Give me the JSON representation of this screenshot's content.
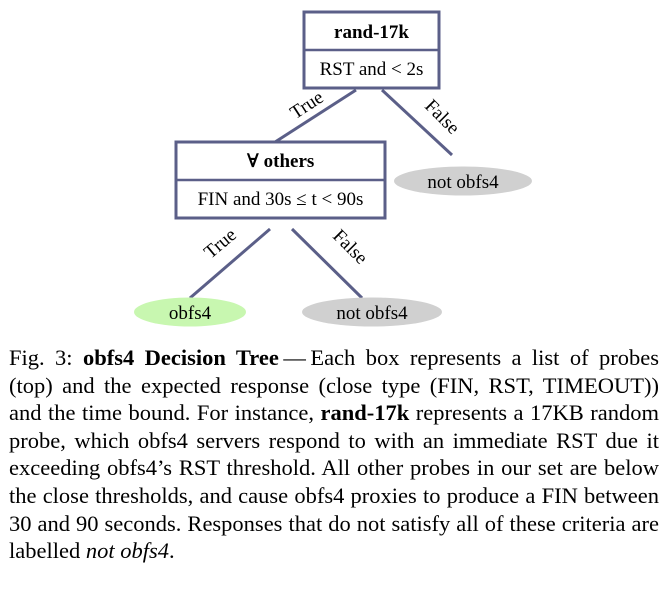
{
  "tree": {
    "root": {
      "probe": "rand-17k",
      "condition": "RST and < 2s"
    },
    "root_true_edge": "True",
    "root_false_edge": "False",
    "root_false_leaf": "not obfs4",
    "child": {
      "probe": "∀ others",
      "condition": "FIN and 30s ≤ t < 90s"
    },
    "child_true_edge": "True",
    "child_false_edge": "False",
    "child_true_leaf": "obfs4",
    "child_false_leaf": "not obfs4",
    "colors": {
      "box_border": "#5b5f88",
      "edge": "#5b5f88",
      "leaf_positive": "#c8f7b0",
      "leaf_negative": "#d0d0d0"
    }
  },
  "caption": {
    "fig_label": "Fig. 3: ",
    "title": "obfs4 Decision Tree",
    "dash": " — ",
    "text1": "Each box represents a list of probes (top) and the expected response (close type (FIN, RST, TIMEOUT)) and the time bound. For instance, ",
    "probe_name": "rand-17k",
    "text2": " represents a 17KB random probe, which obfs4 servers respond to with an immediate RST due it exceeding obfs4’s RST threshold. All other probes in our set are below the close thresholds, and cause obfs4 proxies to produce a FIN between 30 and 90 seconds. Responses that do not satisfy all of these criteria are labelled ",
    "not_label": "not obfs4",
    "end": "."
  }
}
